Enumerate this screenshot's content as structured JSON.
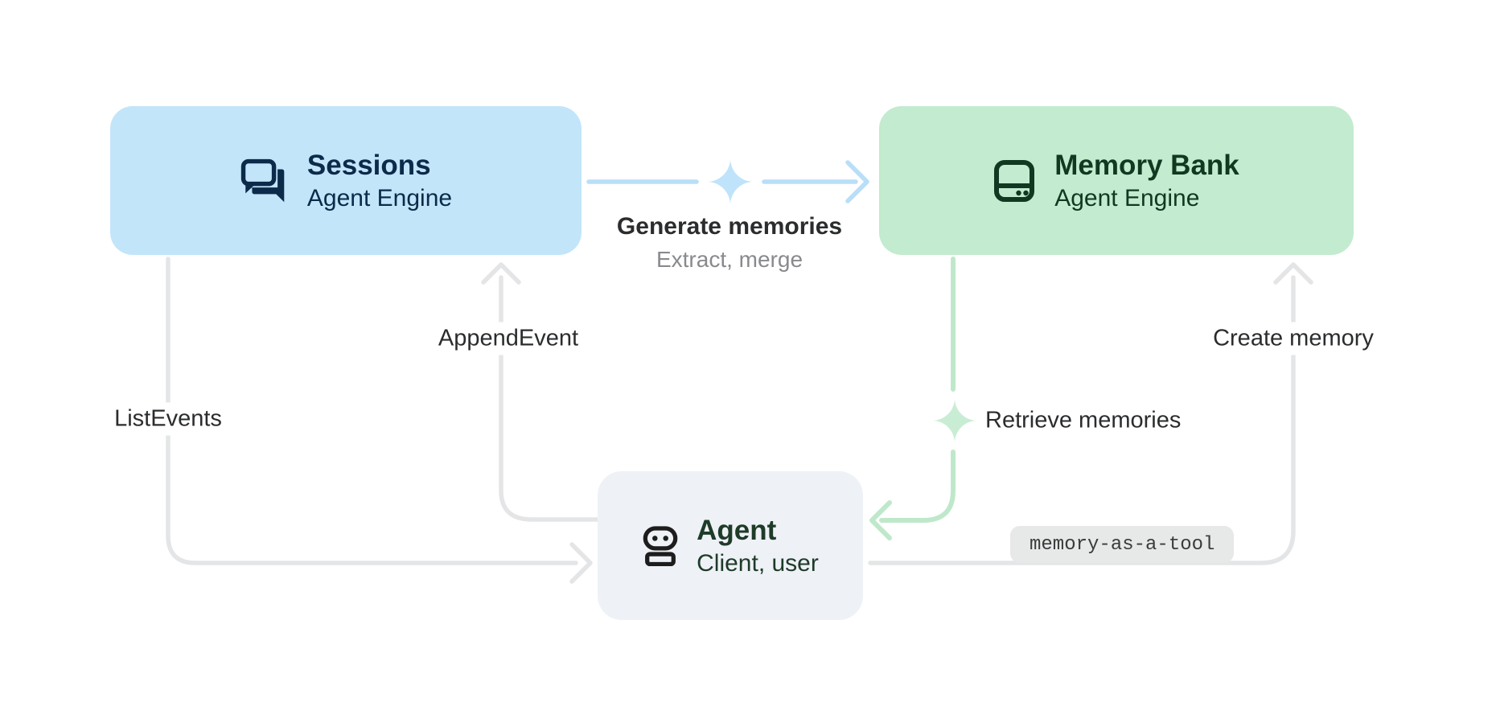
{
  "diagram": {
    "nodes": {
      "sessions": {
        "title": "Sessions",
        "subtitle": "Agent Engine",
        "icon": "forum-chat-icon"
      },
      "memory_bank": {
        "title": "Memory Bank",
        "subtitle": "Agent Engine",
        "icon": "storage-drive-icon"
      },
      "agent": {
        "title": "Agent",
        "subtitle": "Client, user",
        "icon": "robot-icon"
      }
    },
    "edges": {
      "generate": {
        "label": "Generate memories",
        "sublabel": "Extract, merge",
        "from": "sessions",
        "to": "memory_bank",
        "icon": "spark-icon"
      },
      "append_event": {
        "label": "AppendEvent",
        "from": "agent",
        "to": "sessions"
      },
      "list_events": {
        "label": "ListEvents",
        "from": "sessions",
        "to": "agent"
      },
      "retrieve": {
        "label": "Retrieve memories",
        "from": "memory_bank",
        "to": "agent",
        "icon": "spark-icon"
      },
      "create_memory": {
        "label": "Create memory",
        "from": "agent",
        "to": "memory_bank",
        "badge": "memory-as-a-tool"
      }
    },
    "colors": {
      "sessions_fill": "#c2e5fa",
      "sessions_text": "#0c2a49",
      "memory_fill": "#c3ebcf",
      "memory_text": "#113821",
      "agent_fill": "#eef1f6",
      "agent_text": "#1e3b28",
      "blue_accent": "#b9def8",
      "blue_spark": "#bfe3fa",
      "green_accent": "#bfe8cb",
      "green_spark": "#c9edd4",
      "gray_line": "#e4e5e7",
      "label_text": "#2a2c2e",
      "sublabel_text": "#888a8d",
      "badge_fill": "#e7e8e8"
    }
  }
}
